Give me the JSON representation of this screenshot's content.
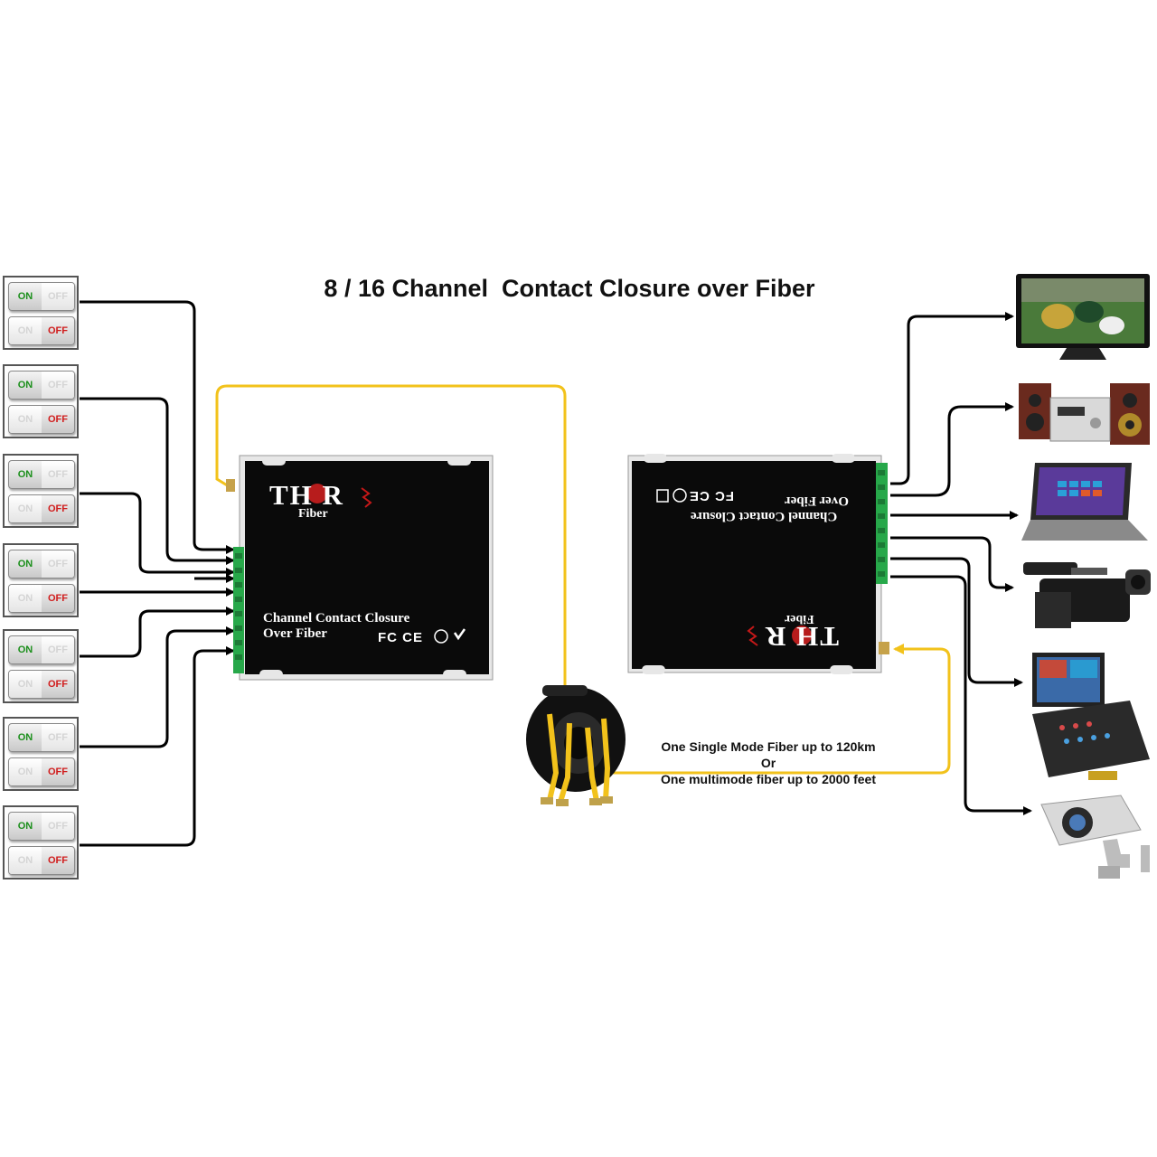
{
  "title": "8 / 16 Channel  Contact Closure over Fiber",
  "switches": {
    "on_label": "ON",
    "off_label": "OFF",
    "count": 7
  },
  "transmitter": {
    "brand": "TH R",
    "brand_sub": "Fiber",
    "product_line1": "Channel Contact Closure",
    "product_line2": "Over Fiber",
    "marks": "FC CE"
  },
  "receiver": {
    "brand": "TH R",
    "brand_sub": "Fiber",
    "product_line1": "Channel Contact Closure",
    "product_line2": "Over Fiber",
    "marks": "FC CE"
  },
  "fiber_note": {
    "line1": "One Single Mode Fiber up to 120km",
    "line2": "Or",
    "line3": "One multimode fiber up to 2000 feet"
  },
  "devices": [
    "tv-icon",
    "stereo-icon",
    "laptop-icon",
    "camcorder-icon",
    "video-switcher-icon",
    "cctv-camera-icon"
  ],
  "colors": {
    "fiber": "#f2c21b",
    "wire": "#000000",
    "device_body": "#0a0a0a",
    "terminal": "#27a84a",
    "on": "#1b8f1b",
    "off": "#d01c1c"
  }
}
